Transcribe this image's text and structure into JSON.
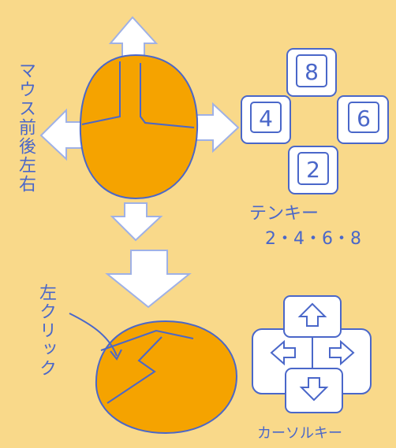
{
  "labels": {
    "mouse_caption": "マウス前後左右",
    "tenkey_caption": "テンキー",
    "tenkey_numbers": "2・4・6・8",
    "left_click": "左クリック",
    "cursor_caption": "カーソルキー"
  },
  "keys": {
    "up": "8",
    "left": "4",
    "right": "6",
    "down": "2"
  },
  "colors": {
    "background": "#f9d98a",
    "mouse_fill": "#f5a300",
    "ink": "#4a67c9",
    "key_fill": "#ffffff"
  }
}
